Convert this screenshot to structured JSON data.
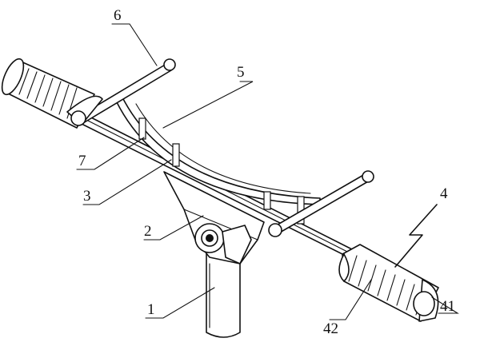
{
  "callouts": [
    {
      "id": "c6",
      "text": "6"
    },
    {
      "id": "c5",
      "text": "5"
    },
    {
      "id": "c7",
      "text": "7"
    },
    {
      "id": "c3",
      "text": "3"
    },
    {
      "id": "c2",
      "text": "2"
    },
    {
      "id": "c1",
      "text": "1"
    },
    {
      "id": "c4",
      "text": "4"
    },
    {
      "id": "c42",
      "text": "42"
    },
    {
      "id": "c41",
      "text": "41"
    }
  ]
}
